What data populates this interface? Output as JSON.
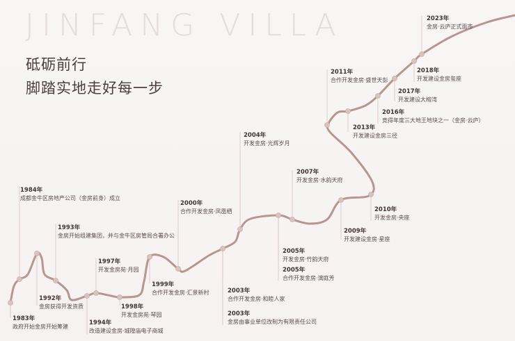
{
  "brand": "JINFANG VILLA",
  "slogan": [
    "砥砺前行",
    "脚踏实地走好每一步"
  ],
  "colors": {
    "curve": "#b79590",
    "node": "#d9c3c0",
    "leader": "#e3d2d0",
    "text": "#5a4e4c"
  },
  "events": [
    {
      "year": "1983年",
      "text": "政府开始金房开始筹建"
    },
    {
      "year": "1984年",
      "text": "成都金牛区房地产公司（金房前身）成立"
    },
    {
      "year": "1992年",
      "text": "金房获得开发资质"
    },
    {
      "year": "1993年",
      "text": "金房开始组建集团，并与金牛区房管局合署办公"
    },
    {
      "year": "1994年",
      "text": "改造建设金房·城隍庙电子商城"
    },
    {
      "year": "1997年",
      "text": "开发金房苑·月园"
    },
    {
      "year": "1998年",
      "text": "开发金房苑·琴园"
    },
    {
      "year": "1999年",
      "text": "合作开发金房·汇景新村"
    },
    {
      "year": "2000年",
      "text": "合作开发金房·凤凰栖"
    },
    {
      "year": "2003年",
      "text": "合作开发金房·和睦人家"
    },
    {
      "year": "2003年",
      "text": "金房由事业单位改制为有限责任公司"
    },
    {
      "year": "2004年",
      "text": "开发金房·光辉岁月"
    },
    {
      "year": "2005年",
      "text": "开发金房·竹韵天府"
    },
    {
      "year": "2005年",
      "text": "合作开发金房·漓庭芳"
    },
    {
      "year": "2007年",
      "text": "开发金房·水韵天府"
    },
    {
      "year": "2009年",
      "text": "开发建设金房·星座"
    },
    {
      "year": "2010年",
      "text": "开发金房·央座"
    },
    {
      "year": "2011年",
      "text": "合作开发金房·盛世天彭"
    },
    {
      "year": "2013年",
      "text": "开发建设金房三径"
    },
    {
      "year": "2016年",
      "text": "竞得年度三大地王地块之一（金房·云庐）"
    },
    {
      "year": "2017年",
      "text": "开发建设大榕湾"
    },
    {
      "year": "2018年",
      "text": "开发建设金房玺座"
    },
    {
      "year": "2023年",
      "text": "金房·云庐正式面市"
    }
  ]
}
